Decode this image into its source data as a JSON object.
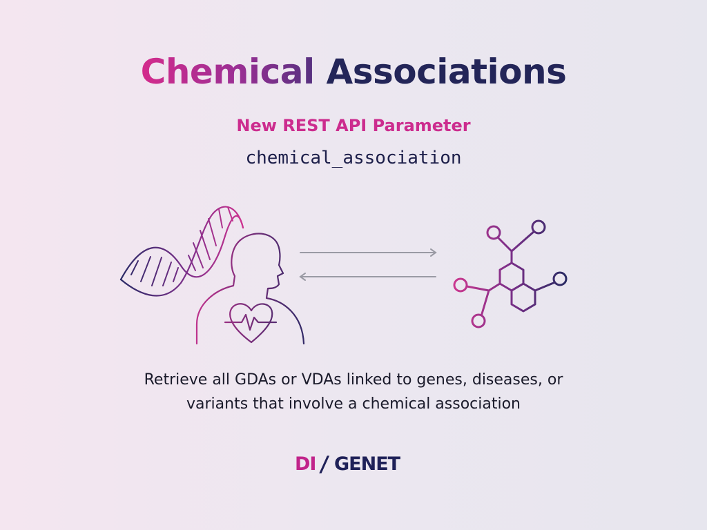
{
  "title": {
    "part1": "Chemical",
    "part2": "Associations"
  },
  "subtitle": "New REST API Parameter",
  "parameter": "chemical_association",
  "description_line1": "Retrieve all GDAs or VDAs linked to genes, diseases, or",
  "description_line2": "variants that involve a chemical association",
  "logo": {
    "part1": "DI",
    "part2": "GENET"
  },
  "colors": {
    "magenta": "#cc2c8e",
    "purple": "#6a2f86",
    "navy": "#232558",
    "arrow": "#9a9aa4"
  },
  "icons": [
    "dna-helix-icon",
    "human-silhouette-icon",
    "heart-pulse-icon",
    "arrow-right-icon",
    "arrow-left-icon",
    "molecule-icon"
  ]
}
